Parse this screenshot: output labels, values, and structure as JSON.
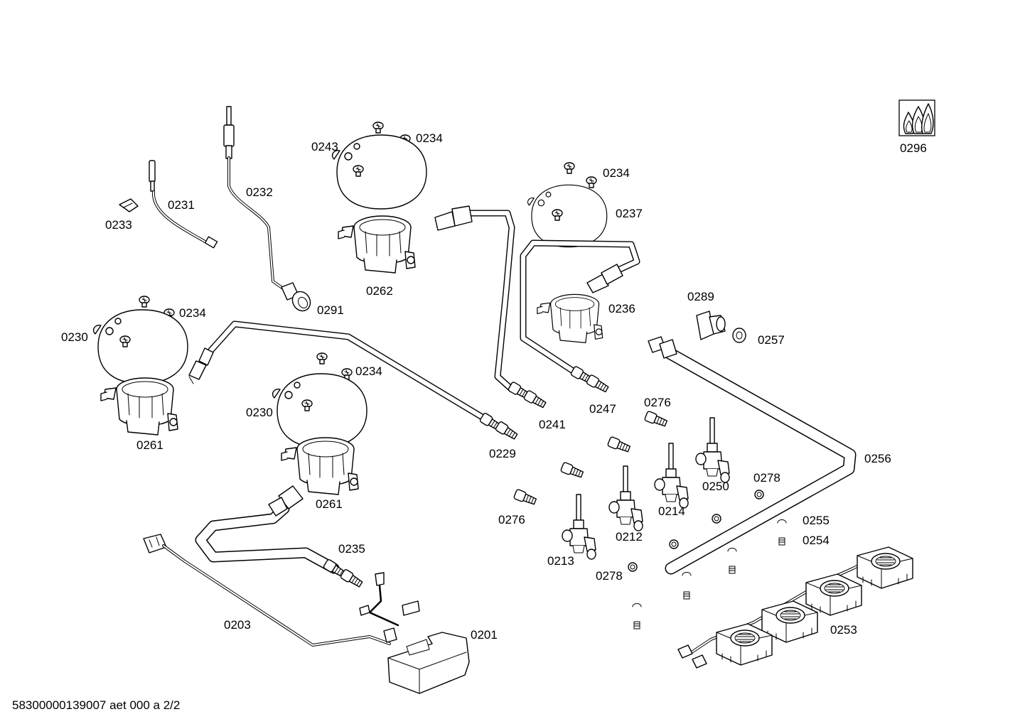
{
  "footer": {
    "document_code": "58300000139007 aet 000 a 2/2"
  },
  "logo": {
    "label": "0296",
    "icon": "gas-flame-icon"
  },
  "labels": {
    "l_0201": "0201",
    "l_0203": "0203",
    "l_0212": "0212",
    "l_0213": "0213",
    "l_0214": "0214",
    "l_0229": "0229",
    "l_0230_a": "0230",
    "l_0230_b": "0230",
    "l_0231": "0231",
    "l_0232": "0232",
    "l_0233": "0233",
    "l_0234_a": "0234",
    "l_0234_b": "0234",
    "l_0234_c": "0234",
    "l_0234_d": "0234",
    "l_0235": "0235",
    "l_0236": "0236",
    "l_0237": "0237",
    "l_0241": "0241",
    "l_0243": "0243",
    "l_0247": "0247",
    "l_0250": "0250",
    "l_0253": "0253",
    "l_0254": "0254",
    "l_0255": "0255",
    "l_0256": "0256",
    "l_0257": "0257",
    "l_0261_a": "0261",
    "l_0261_b": "0261",
    "l_0262": "0262",
    "l_0276_a": "0276",
    "l_0276_b": "0276",
    "l_0278_a": "0278",
    "l_0278_b": "0278",
    "l_0289": "0289",
    "l_0291": "0291"
  }
}
